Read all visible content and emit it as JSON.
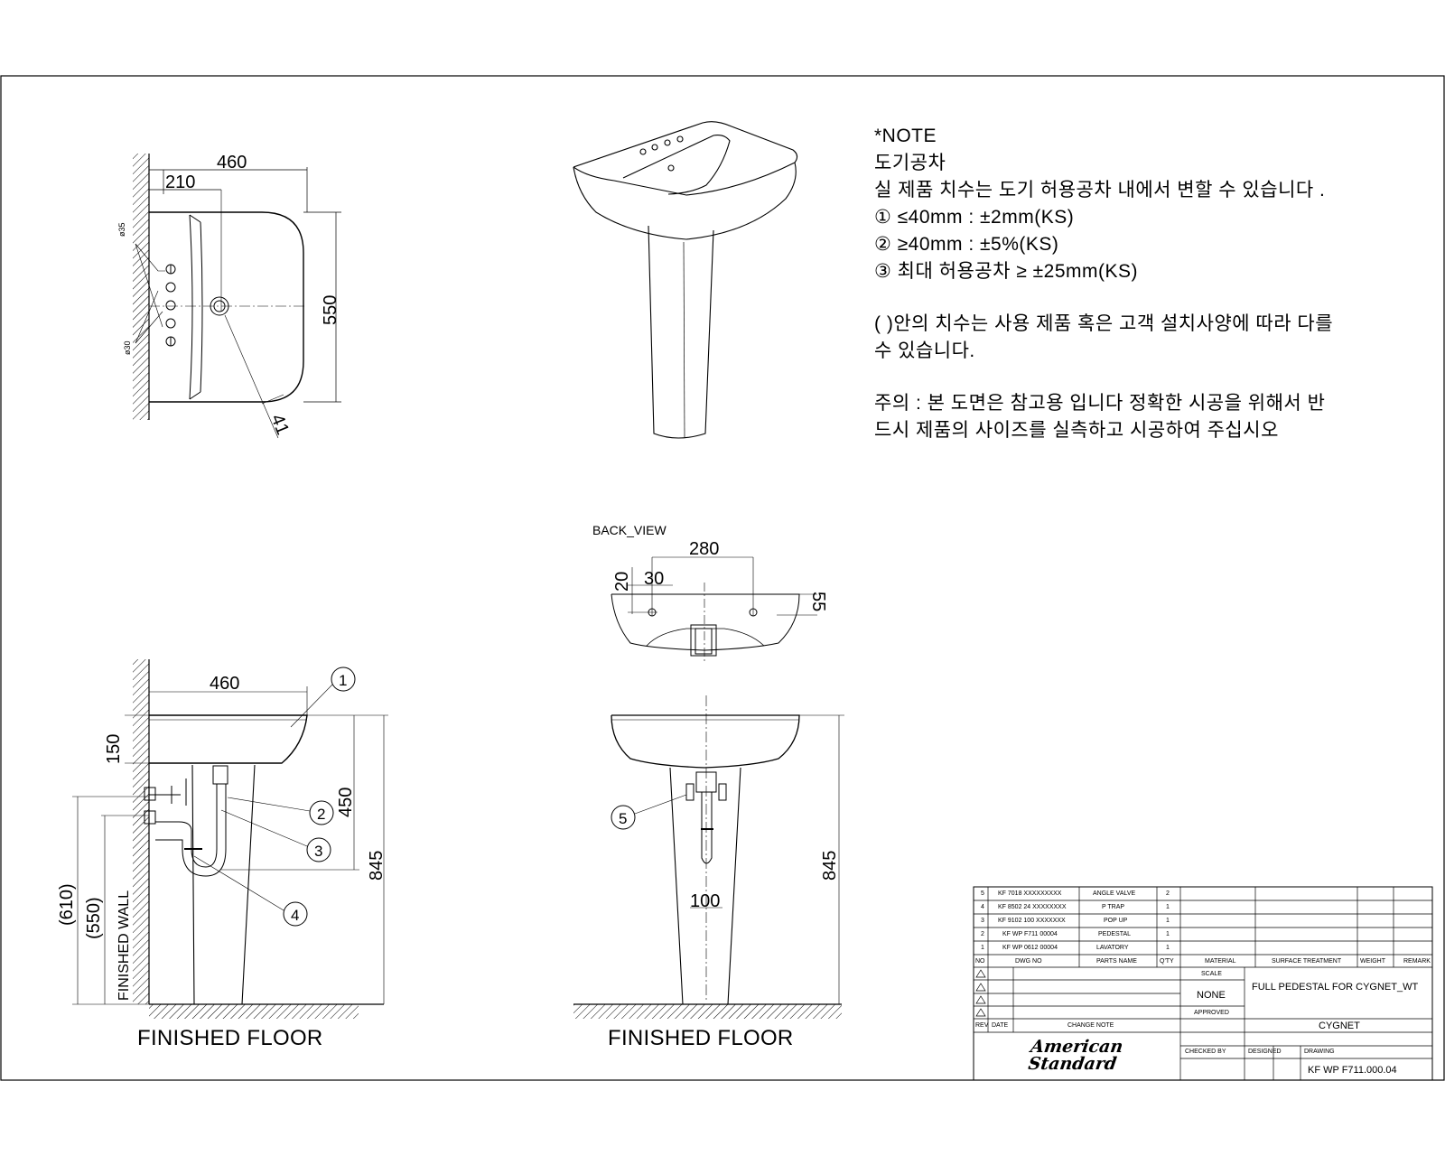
{
  "notes": {
    "title": "*NOTE",
    "lines": [
      "도기공차",
      "실 제품 치수는 도기 허용공차 내에서 변할 수 있습니다 .",
      "① ≤40mm : ±2mm(KS)",
      "② ≥40mm : ±5%(KS)",
      "③ 최대 허용공차 ≥ ±25mm(KS)",
      "( )안의 치수는 사용 제품 혹은 고객 설치사양에 따라 다를",
      "수 있습니다.",
      "주의 : 본 도면은 참고용 입니다 정확한 시공을 위해서 반",
      "드시 제품의 사이즈를 실측하고 시공하여 주십시오"
    ]
  },
  "top_view": {
    "dim_width": "460",
    "dim_center": "210",
    "dim_depth": "550",
    "dim_41": "41",
    "dim_d35": "ø35",
    "dim_d30": "ø30"
  },
  "side_view": {
    "dim_width": "460",
    "dim_150": "150",
    "dim_450": "450",
    "dim_845": "845",
    "dim_610": "(610)",
    "dim_550": "(550)",
    "wall_label": "FINISHED WALL",
    "floor_label": "FINISHED FLOOR",
    "callouts": [
      "1",
      "2",
      "3",
      "4"
    ]
  },
  "back_view": {
    "label": "BACK_VIEW",
    "dim_280": "280",
    "dim_20": "20",
    "dim_30": "30",
    "dim_55": "55"
  },
  "front_view": {
    "dim_845": "845",
    "dim_100": "100",
    "floor_label": "FINISHED FLOOR",
    "callout": "5"
  },
  "title_block": {
    "parts": [
      {
        "no": "5",
        "dwg": "KF 7018 XXXXXXXXX",
        "name": "ANGLE VALVE",
        "qty": "2"
      },
      {
        "no": "4",
        "dwg": "KF 8502 24 XXXXXXXX",
        "name": "P TRAP",
        "qty": "1"
      },
      {
        "no": "3",
        "dwg": "KF 9102 100 XXXXXXX",
        "name": "POP UP",
        "qty": "1"
      },
      {
        "no": "2",
        "dwg": "KF WP F711 00004",
        "name": "PEDESTAL",
        "qty": "1"
      },
      {
        "no": "1",
        "dwg": "KF WP 0612 00004",
        "name": "LAVATORY",
        "qty": "1"
      }
    ],
    "headers": {
      "no": "NO",
      "dwg": "DWG NO",
      "name": "PARTS NAME",
      "qty": "Q'TY",
      "material": "MATERIAL",
      "surface": "SURFACE TREATMENT",
      "weight": "WEIGHT",
      "remark": "REMARK"
    },
    "scale_label": "SCALE",
    "scale_value": "NONE",
    "approved_label": "APPROVED",
    "rev_label": "REV",
    "date_label": "DATE",
    "change_note_label": "CHANGE NOTE",
    "checked_label": "CHECKED BY",
    "designed_label": "DESIGNED",
    "drawing_label": "DRAWING",
    "title_value": "FULL PEDESTAL FOR CYGNET_WT",
    "model_value": "CYGNET",
    "drawing_no": "KF WP F711.000.04",
    "logo_line1": "American",
    "logo_line2": "Standard"
  }
}
